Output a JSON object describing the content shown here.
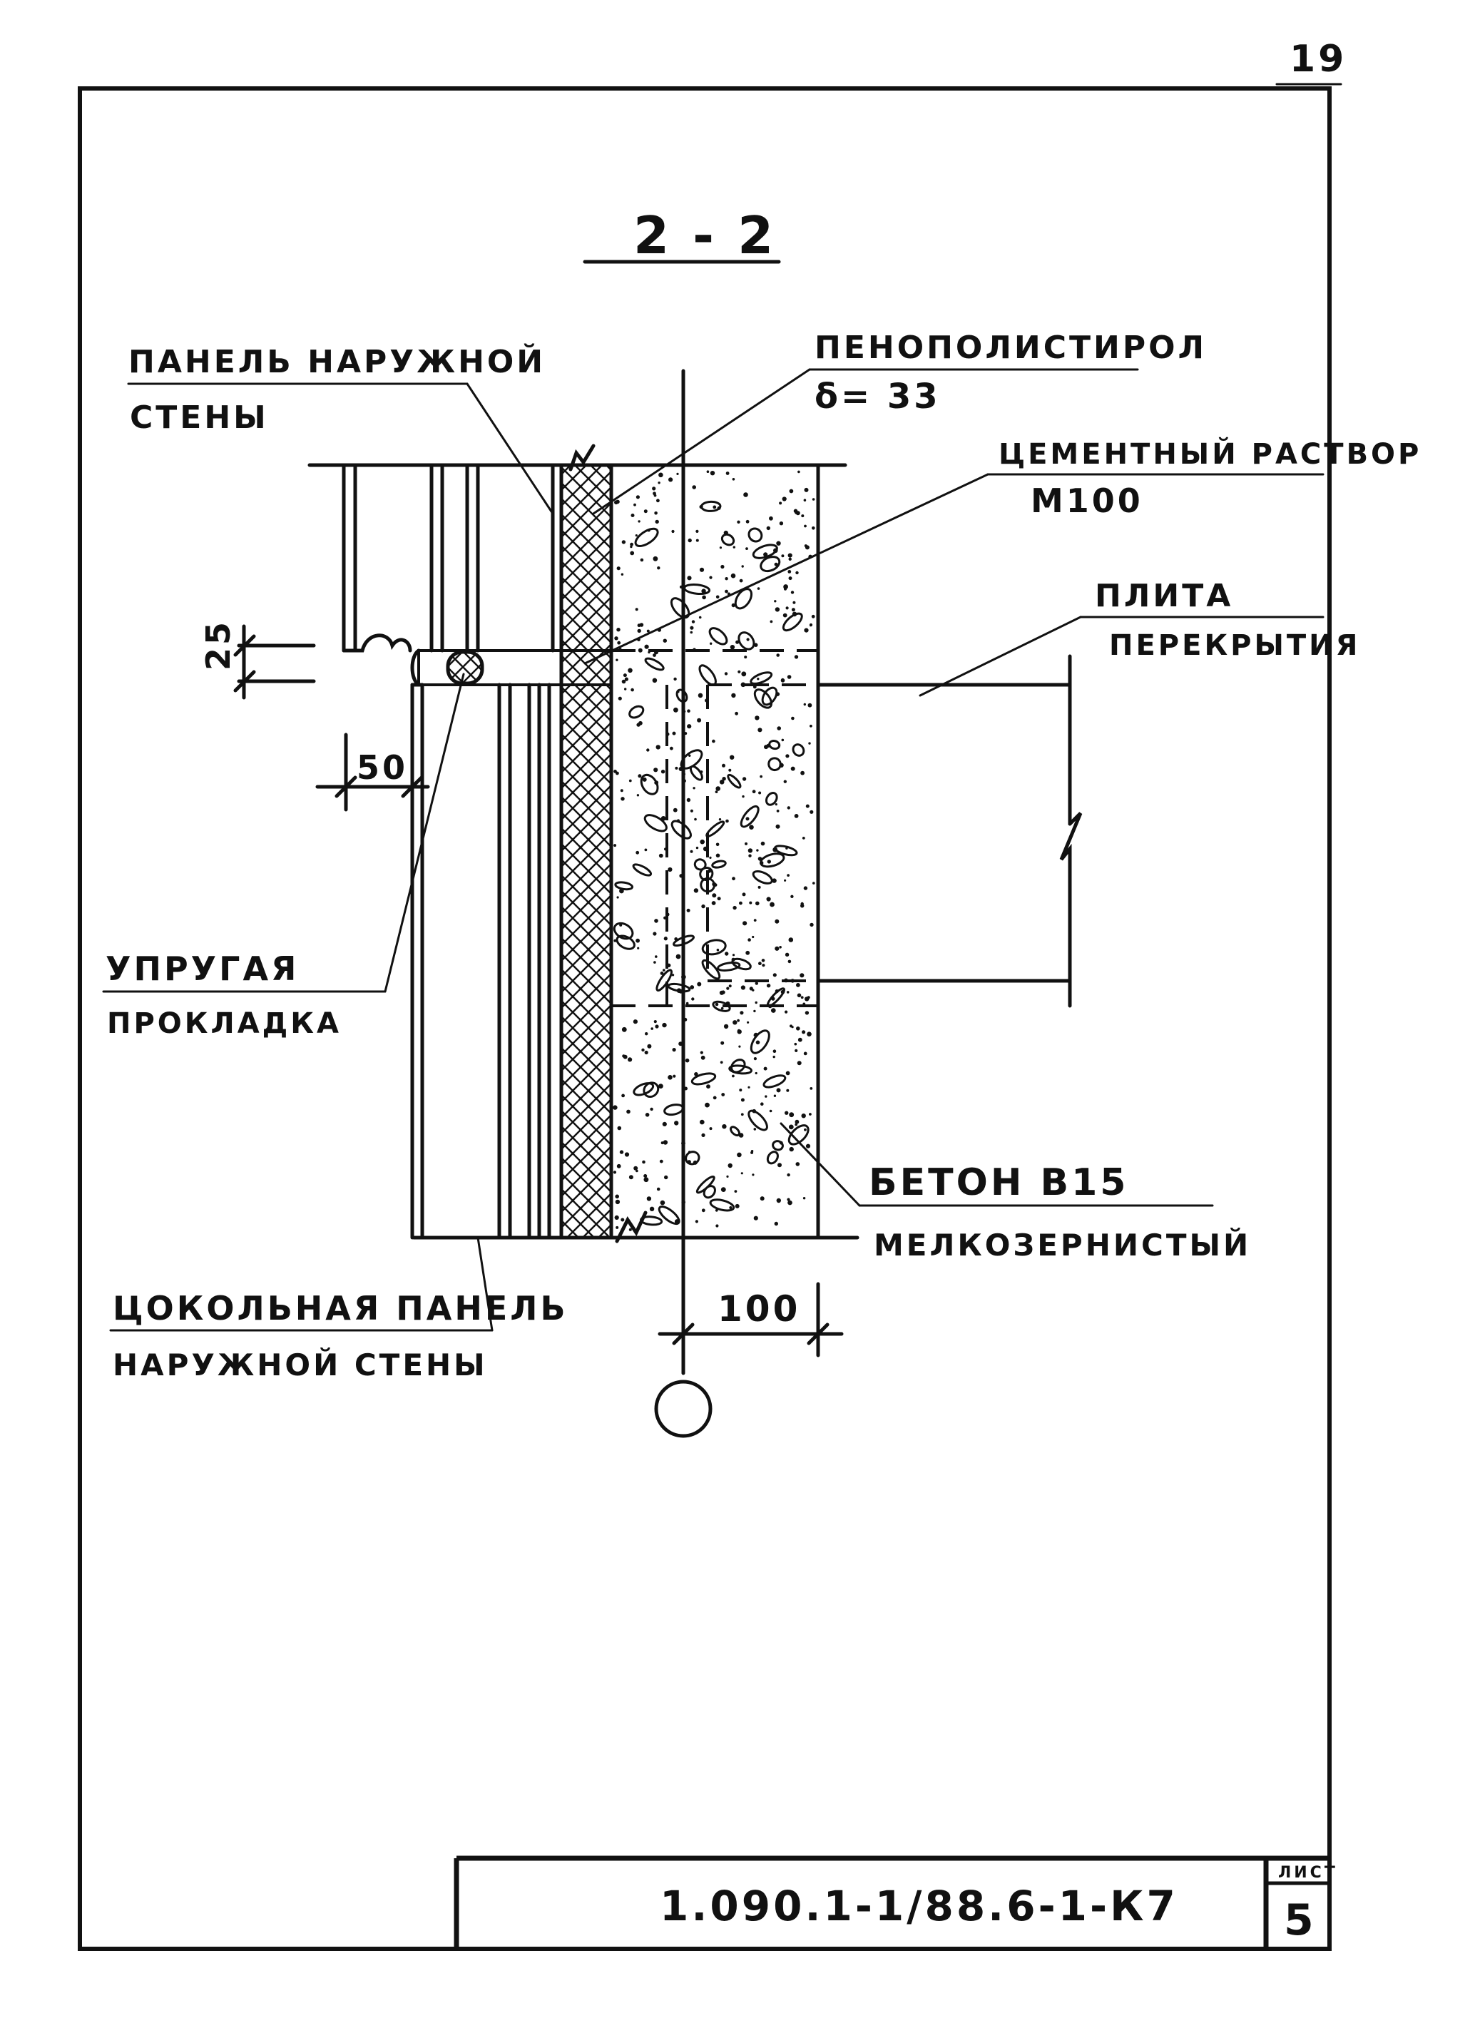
{
  "page_number": "19",
  "section": {
    "label": "2 - 2"
  },
  "callouts": {
    "outer_panel": {
      "line1": "ПАНЕЛЬ НАРУЖНОЙ",
      "line2": "СТЕНЫ"
    },
    "polystyrene": {
      "line1": "ПЕНОПОЛИСТИРОЛ",
      "line2": "δ= 33"
    },
    "mortar": {
      "line1": "ЦЕМЕНТНЫЙ РАСТВОР",
      "line2": "М100"
    },
    "slab": {
      "line1": "ПЛИТА",
      "line2": "ПЕРЕКРЫТИЯ"
    },
    "gasket": {
      "line1": "УПРУГАЯ",
      "line2": "ПРОКЛАДКА"
    },
    "concrete": {
      "line1": "БЕТОН В15",
      "line2": "МЕЛКОЗЕРНИСТЫЙ"
    },
    "plinth_panel": {
      "line1": "ЦОКОЛЬНАЯ ПАНЕЛЬ",
      "line2": "НАРУЖНОЙ СТЕНЫ"
    }
  },
  "dimensions": {
    "joint": "25",
    "offset": "50",
    "width": "100"
  },
  "title_block": {
    "code": "1.090.1-1/88.6-1-К7",
    "sheet_label": "ЛИСТ",
    "sheet_number": "5"
  }
}
